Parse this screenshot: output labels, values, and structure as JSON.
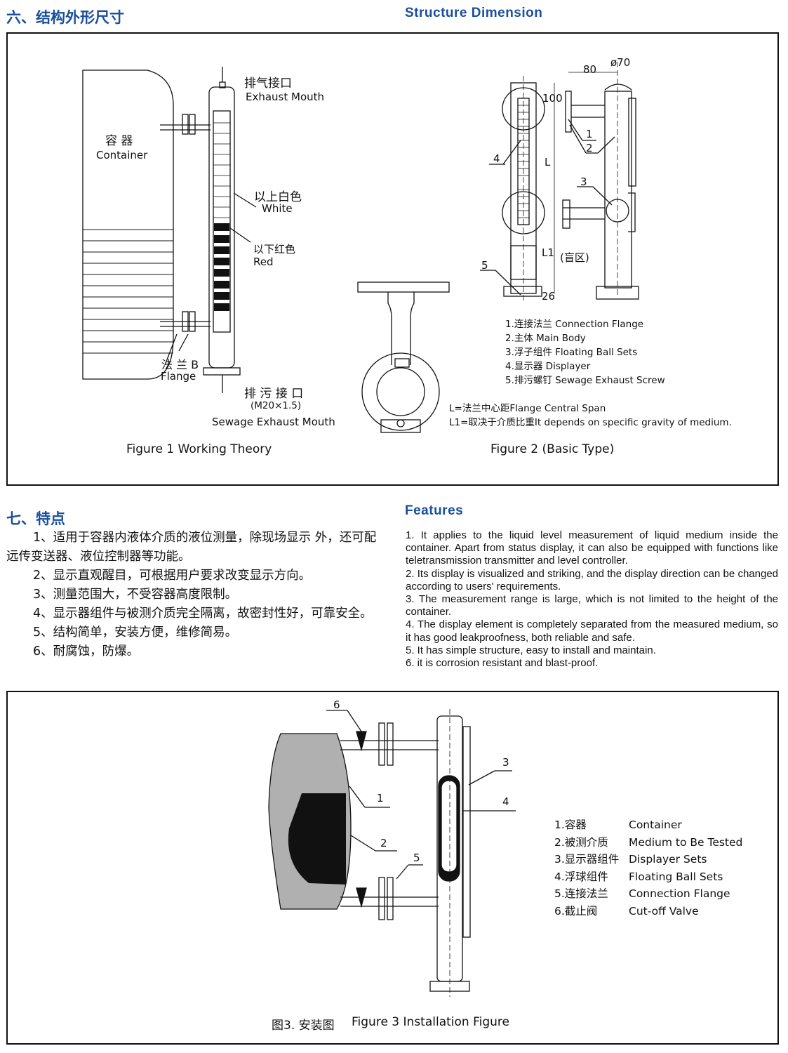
{
  "section6": {
    "title_cn": "六、结构外形尺寸",
    "title_en": "Structure Dimension"
  },
  "figure1": {
    "exhaust_cn": "排气接口",
    "exhaust_en": "Exhaust Mouth",
    "container_cn": "容  器",
    "container_en": "Container",
    "white_cn": "以上白色",
    "white_en": "White",
    "red_cn": "以下红色",
    "red_en": "Red",
    "flange_cn": "法 兰  B",
    "flange_en": "Flange",
    "sewage_cn": "排 污 接 口",
    "sewage_spec": "(M20×1.5)",
    "sewage_en": "Sewage Exhaust Mouth",
    "caption": "Figure 1 Working Theory"
  },
  "figure2": {
    "dims": {
      "d80": "80",
      "d70": "ø70",
      "d100": "100",
      "L": "L",
      "L1": "L1",
      "d26": "26",
      "blind": "(盲区)"
    },
    "callouts": [
      "1",
      "2",
      "3",
      "4",
      "5"
    ],
    "legend": [
      "1.连接法兰 Connection Flange",
      "2.主体 Main Body",
      "3.浮子组件 Floating Ball Sets",
      "4.显示器 Displayer",
      "5.排污螺钉 Sewage Exhaust Screw"
    ],
    "notes": [
      "L=法兰中心距Flange Central Span",
      "L1=取决于介质比重It depends on specific gravity of medium."
    ],
    "caption": "Figure 2 (Basic Type)"
  },
  "section7": {
    "title_cn": "七、特点",
    "title_en": "Features",
    "items_cn": [
      "1、适用于容器内液体介质的液位测量，除现场显示  外，还可配远传变送器、液位控制器等功能。",
      "2、显示直观醒目，可根据用户要求改变显示方向。",
      "3、测量范围大，不受容器高度限制。",
      "4、显示器组件与被测介质完全隔离，故密封性好，可靠安全。",
      "5、结构简单，安装方便，维修简易。",
      "6、耐腐蚀，防爆。"
    ],
    "items_en": [
      "1. It applies to the liquid level measurement of liquid medium inside the container. Apart from status display, it can also be equipped with functions like teletransmission transmitter and level controller.",
      "2. Its display is visualized and striking, and the display direction can be changed according to users' requirements.",
      "3. The measurement range is large, which is not limited to the height of the container.",
      "4. The display element is completely separated from the measured medium, so it has good leakproofness, both reliable and safe.",
      "5. It has simple structure, easy to install and maintain.",
      "6. it is corrosion resistant and blast-proof."
    ]
  },
  "figure3": {
    "callouts": [
      "1",
      "2",
      "3",
      "4",
      "5",
      "6"
    ],
    "legend": [
      [
        "1.容器",
        "Container"
      ],
      [
        "2.被测介质",
        "Medium to Be Tested"
      ],
      [
        "3.显示器组件",
        "Displayer Sets"
      ],
      [
        "4.浮球组件",
        "Floating Ball Sets"
      ],
      [
        "5.连接法兰",
        "Connection Flange"
      ],
      [
        "6.截止阀",
        "Cut-off Valve"
      ]
    ],
    "caption_cn": "图3. 安装图",
    "caption_en": "Figure 3 Installation Figure"
  }
}
